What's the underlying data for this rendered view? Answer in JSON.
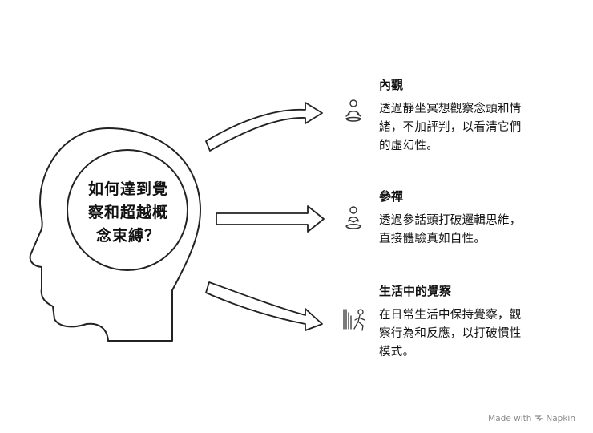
{
  "center": {
    "line1": "如何達到覺",
    "line2": "察和超越概",
    "line3": "念束縛？"
  },
  "items": [
    {
      "title": "內觀",
      "desc_lines": [
        "透過靜坐冥想觀察念頭和情",
        "緒，不加評判，以看清它們",
        "的虛幻性。"
      ],
      "icon": "meditation-icon"
    },
    {
      "title": "參禪",
      "desc_lines": [
        "透過參話頭打破邏輯思維，",
        "直接體驗真如自性。"
      ],
      "icon": "zen-sitting-icon"
    },
    {
      "title": "生活中的覺察",
      "desc_lines": [
        "在日常生活中保持覺察，觀",
        "察行為和反應，以打破慣性",
        "模式。"
      ],
      "icon": "walking-person-icon"
    }
  ],
  "watermark": {
    "prefix": "Made with",
    "brand": "Napkin"
  }
}
